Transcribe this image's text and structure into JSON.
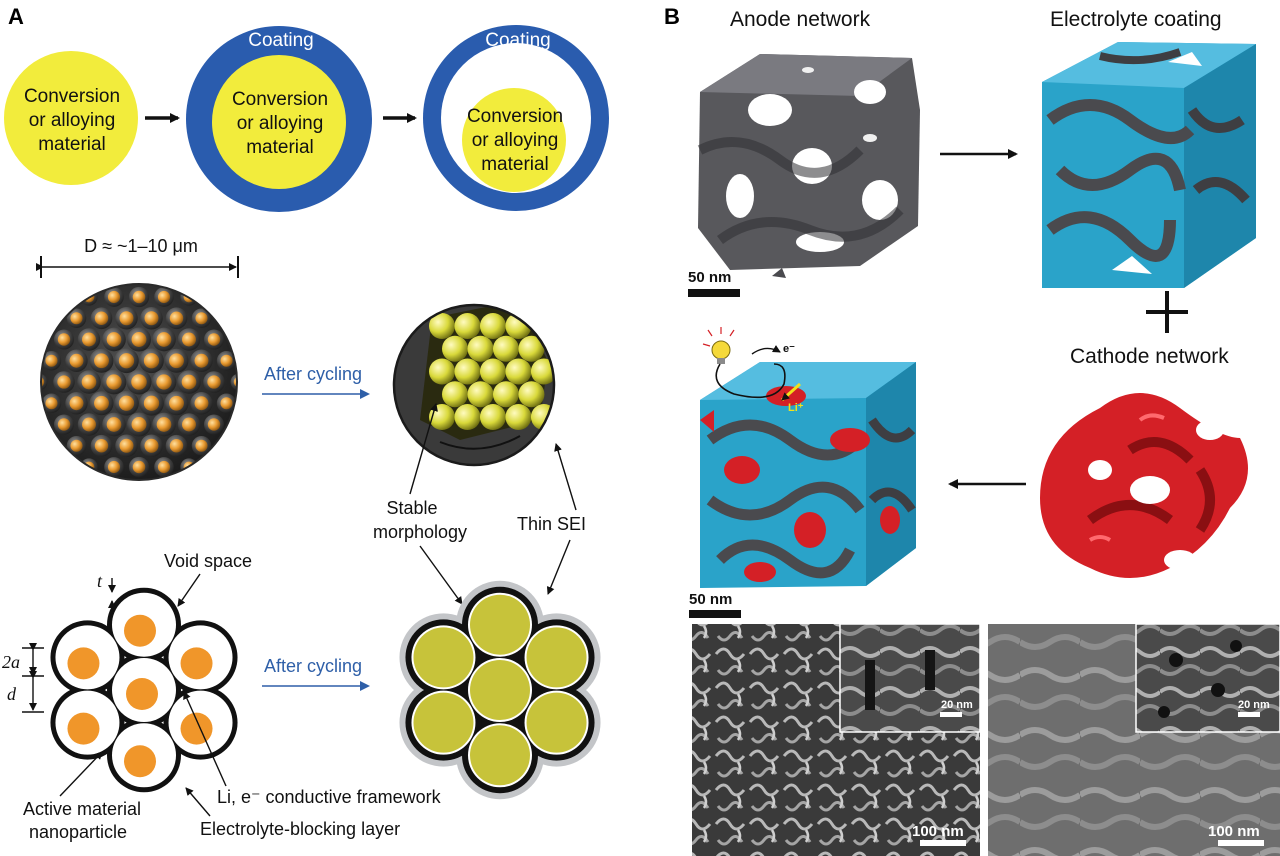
{
  "panel_a": {
    "letter": "A",
    "core_line1": "Conversion",
    "core_line2": "or alloying",
    "core_line3": "material",
    "coating_label_1": "Coating",
    "coating_label_2": "Coating",
    "diameter_label": "D ≈ ~1–10 μm",
    "after_cycling_1": "After cycling",
    "after_cycling_2": "After cycling",
    "stable_line1": "Stable",
    "stable_line2": "morphology",
    "thin_sei": "Thin SEI",
    "void_space": "Void space",
    "t_label": "t",
    "two_a_label": "2a",
    "d_label": "d",
    "active_line1": "Active material",
    "active_line2": "nanoparticle",
    "framework": "Li, e⁻ conductive framework",
    "blocking": "Electrolyte-blocking layer"
  },
  "panel_b": {
    "letter": "B",
    "anode": "Anode network",
    "electrolyte": "Electrolyte coating",
    "cathode": "Cathode network",
    "scale_50nm_1": "50 nm",
    "scale_50nm_2": "50 nm",
    "electron": "e⁻",
    "li_ion": "Li⁺",
    "scale_20nm_1": "20 nm",
    "scale_20nm_2": "20 nm",
    "scale_100nm_1": "100 nm",
    "scale_100nm_2": "100 nm"
  },
  "colors": {
    "yellow": "#f2ec3c",
    "coating_blue": "#2a5cae",
    "arrow_blue": "#2e5fa8",
    "orange": "#f0962a",
    "olive": "#c7c33a",
    "gray_network": "#5a5a5e",
    "cyan": "#2aa3c9",
    "red": "#d42026"
  }
}
